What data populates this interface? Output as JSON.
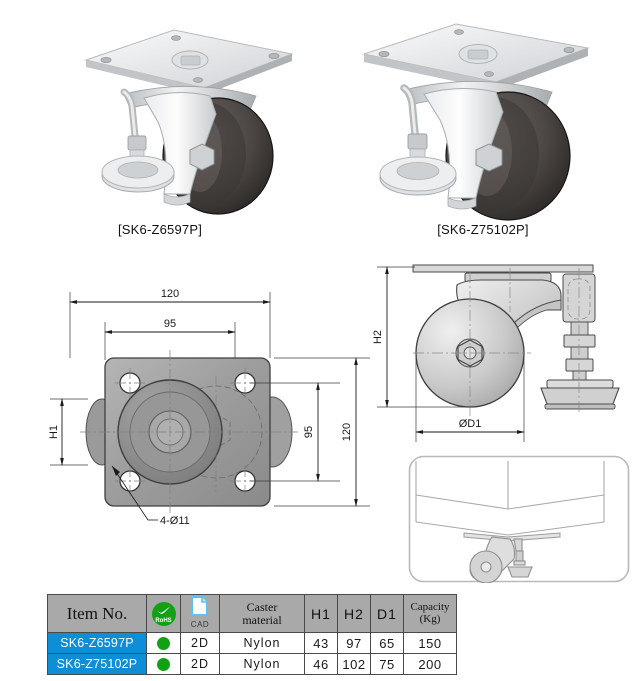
{
  "products": [
    {
      "code": "[SK6-Z6597P]",
      "photo_name": "leveling-caster-photo-sk6-z6597p"
    },
    {
      "code": "[SK6-Z75102P]",
      "photo_name": "leveling-caster-photo-sk6-z75102p"
    }
  ],
  "drawings": {
    "top_view": {
      "name": "top-view-drawing",
      "dimensions": {
        "plate_width": "120",
        "bolt_pattern_width": "95",
        "plate_height": "120",
        "bolt_pattern_height": "95",
        "hole_callout": "4-Ø11",
        "h1_label": "H1"
      }
    },
    "side_view": {
      "name": "side-view-drawing",
      "dimensions": {
        "h2_label": "H2",
        "d1_label": "ØD1"
      }
    },
    "installation_view": {
      "name": "installation-illustration"
    }
  },
  "table": {
    "headers": {
      "item_no": "Item No.",
      "rohs": "RoHS",
      "cad": "CAD",
      "material_line1": "Caster",
      "material_line2": "material",
      "h1": "H1",
      "h2": "H2",
      "d1": "D1",
      "capacity_line1": "Capacity",
      "capacity_line2": "(Kg)"
    },
    "rows": [
      {
        "item_no": "SK6-Z6597P",
        "rohs": "yes",
        "cad": "2D",
        "material": "Nylon",
        "h1": "43",
        "h2": "97",
        "d1": "65",
        "capacity": "150"
      },
      {
        "item_no": "SK6-Z75102P",
        "rohs": "yes",
        "cad": "2D",
        "material": "Nylon",
        "h1": "46",
        "h2": "102",
        "d1": "75",
        "capacity": "200"
      }
    ]
  },
  "colors": {
    "header_bg": "#a9a9a9",
    "item_cell_bg": "#0d8ed6",
    "rohs_green": "#12a015",
    "cad_blue": "#5fc0ef",
    "line": "#4a4a4a"
  }
}
